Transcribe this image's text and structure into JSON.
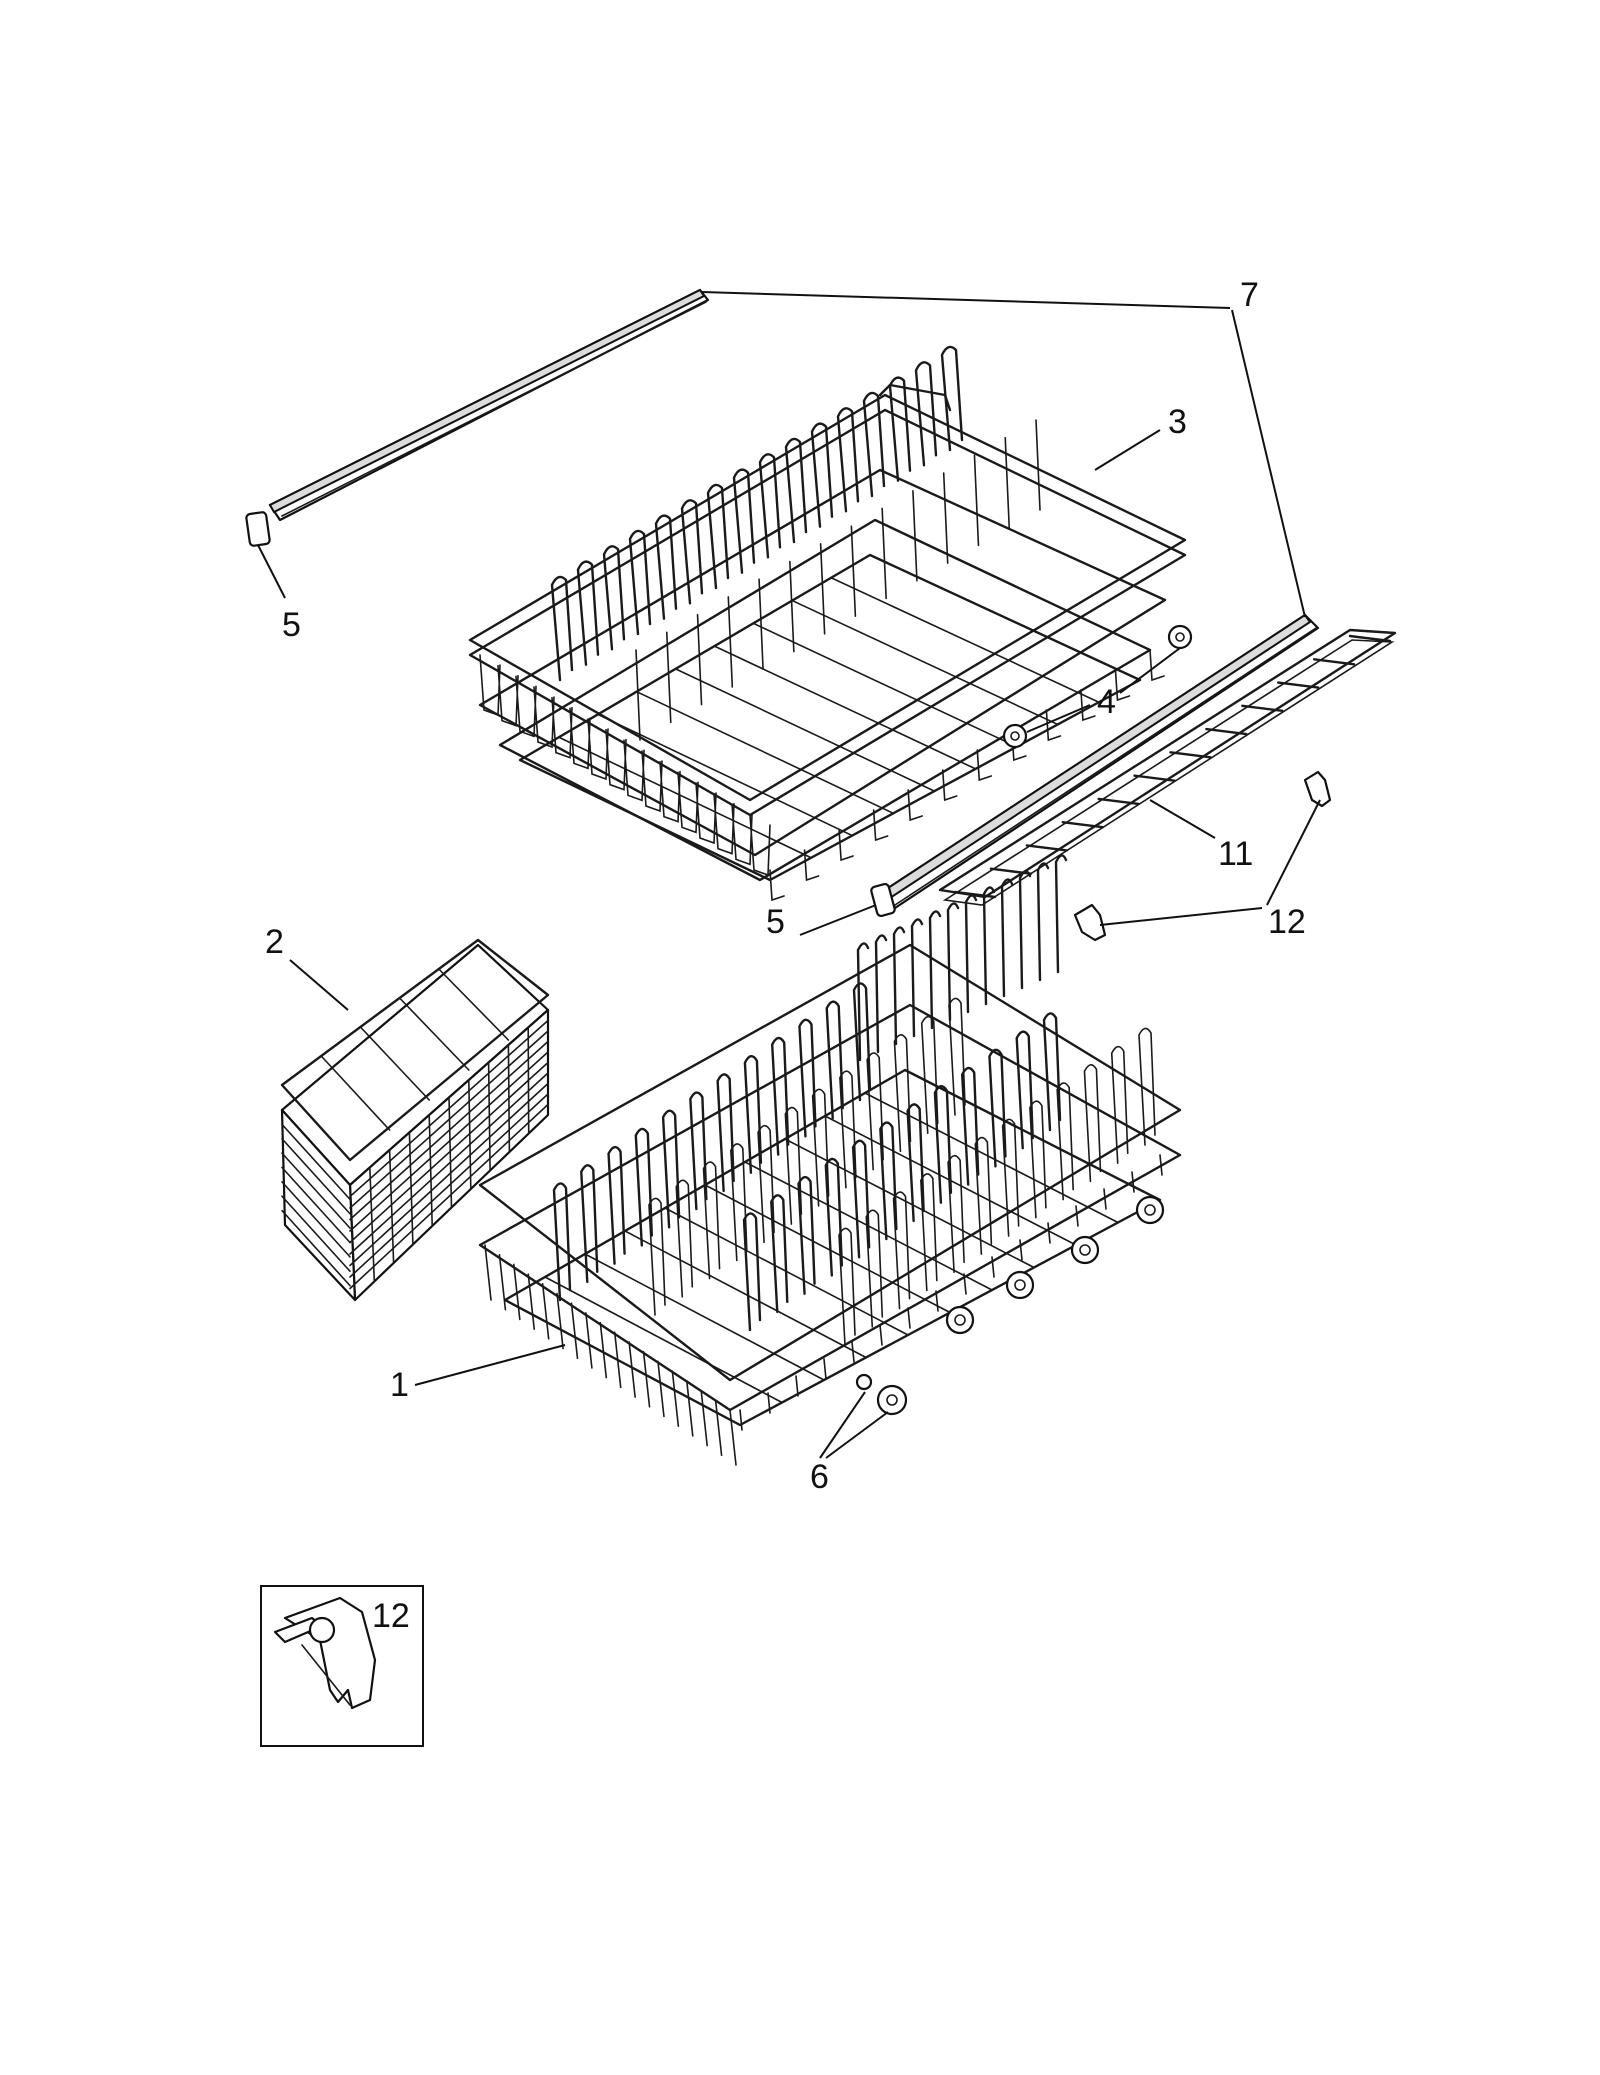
{
  "diagram": {
    "callouts": [
      {
        "id": "c1",
        "text": "1"
      },
      {
        "id": "c2",
        "text": "2"
      },
      {
        "id": "c3",
        "text": "3"
      },
      {
        "id": "c4",
        "text": "4"
      },
      {
        "id": "c5a",
        "text": "5"
      },
      {
        "id": "c5b",
        "text": "5"
      },
      {
        "id": "c6",
        "text": "6"
      },
      {
        "id": "c7",
        "text": "7"
      },
      {
        "id": "c11",
        "text": "11"
      },
      {
        "id": "c12",
        "text": "12"
      },
      {
        "id": "c12inset",
        "text": "12"
      }
    ],
    "parts": [
      {
        "id": "lower-rack",
        "icon": "lower-dish-rack-icon"
      },
      {
        "id": "silverware-basket",
        "icon": "silverware-basket-icon"
      },
      {
        "id": "upper-rack",
        "icon": "upper-dish-rack-icon"
      },
      {
        "id": "roller",
        "icon": "rack-roller-icon"
      },
      {
        "id": "end-cap",
        "icon": "rail-end-cap-icon"
      },
      {
        "id": "track-rail",
        "icon": "rack-track-rail-icon"
      },
      {
        "id": "wheel",
        "icon": "rack-wheel-icon"
      },
      {
        "id": "shelf",
        "icon": "cup-shelf-icon"
      },
      {
        "id": "clip",
        "icon": "shelf-clip-icon"
      }
    ]
  }
}
